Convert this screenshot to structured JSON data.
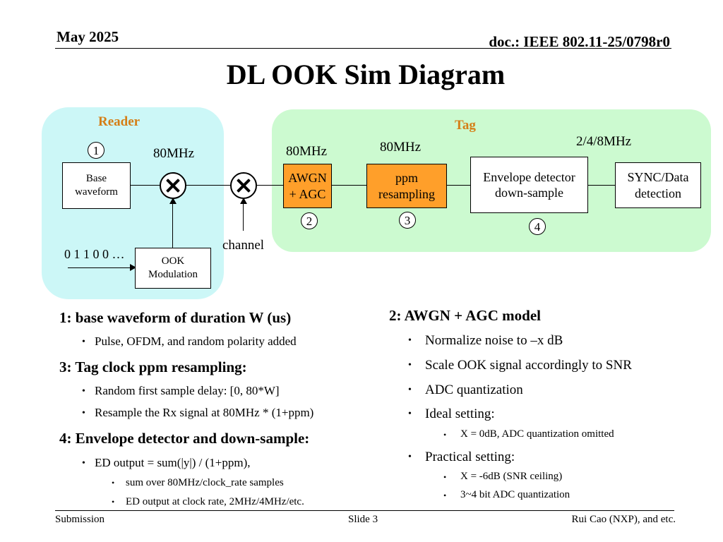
{
  "header": {
    "date": "May 2025",
    "doc": "doc.: IEEE 802.11-25/0798r0"
  },
  "title": "DL OOK Sim Diagram",
  "diagram": {
    "reader_label": "Reader",
    "tag_label": "Tag",
    "freq_reader": "80MHz",
    "freq_awgn": "80MHz",
    "freq_ppm": "80MHz",
    "freq_env": "2/4/8MHz",
    "base_waveform": "Base\nwaveform",
    "ook_modulation": "OOK\nModulation",
    "bits": "0 1 1 0 0 …",
    "channel": "channel",
    "awgn_agc": "AWGN\n+ AGC",
    "ppm_resampling": "ppm\nresampling",
    "envelope_detector": "Envelope detector\ndown-sample",
    "sync_data": "SYNC/Data\ndetection",
    "step_1": "1",
    "step_2": "2",
    "step_3": "3",
    "step_4": "4",
    "colors": {
      "reader_bg": "#ccf7f7",
      "tag_bg": "#ccfad0",
      "highlight": "#ff9f2a",
      "group_label": "#d57e16"
    }
  },
  "left": {
    "s1_head": "1: base waveform of duration W (us)",
    "s1_b1": "Pulse, OFDM, and random polarity added",
    "s3_head": "3: Tag clock ppm resampling:",
    "s3_b1": "Random first sample delay: [0, 80*W]",
    "s3_b2": "Resample the Rx signal at 80MHz * (1+ppm)",
    "s4_head": "4: Envelope detector and down-sample:",
    "s4_b1": "ED output = sum(|y|) / (1+ppm),",
    "s4_b1a": "sum over 80MHz/clock_rate samples",
    "s4_b1b": "ED output at clock rate, 2MHz/4MHz/etc."
  },
  "right": {
    "s2_head": "2: AWGN + AGC model",
    "b1": "Normalize noise to –x dB",
    "b2": "Scale OOK signal accordingly to SNR",
    "b3": "ADC quantization",
    "b4": "Ideal setting:",
    "b4a": "X = 0dB, ADC quantization omitted",
    "b5": "Practical setting:",
    "b5a": "X = -6dB (SNR ceiling)",
    "b5b": "3~4 bit ADC quantization"
  },
  "bullet_glyph": "•",
  "footer": {
    "left": "Submission",
    "center": "Slide 3",
    "right": "Rui Cao (NXP), and etc."
  }
}
